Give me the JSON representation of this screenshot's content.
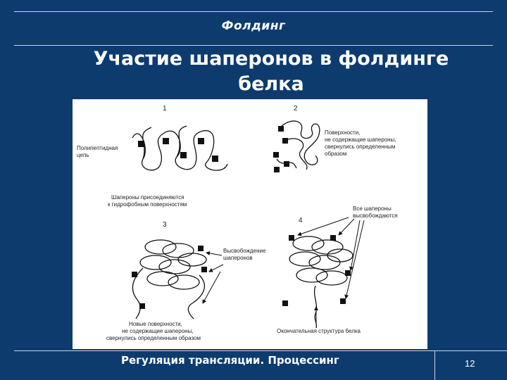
{
  "header": {
    "title": "Фолдинг"
  },
  "slide": {
    "title_line1": "Участие шаперонов в фолдинге",
    "title_line2": "белка"
  },
  "figure": {
    "panel_numbers": [
      "1",
      "2",
      "3",
      "4"
    ],
    "labels": {
      "polypeptide_line1": "Полипептидная",
      "polypeptide_line2": "цепь",
      "attach_line1": "Шапероны присоединяются",
      "attach_line2": "к гидрофобным поверхностям",
      "surfaces_line1": "Поверхности,",
      "surfaces_line2": "не содержащие шапероны,",
      "surfaces_line3": "свернулись определенным",
      "surfaces_line4": "образом",
      "release_line1": "Высвобождение",
      "release_line2": "шаперонов",
      "new_line1": "Новые поверхности,",
      "new_line2": "не содержащие шапероны,",
      "new_line3": "свернулись определенным образом",
      "all_released_line1": "Все шапероны",
      "all_released_line2": "высвобождаются",
      "final_structure": "Окончательная структура белка"
    }
  },
  "footer": {
    "text": "Регуляция трансляции. Процессинг",
    "page": "12"
  },
  "colors": {
    "background": "#0d3b6e",
    "text": "#ffffff",
    "rule": "#c9d3e0"
  }
}
